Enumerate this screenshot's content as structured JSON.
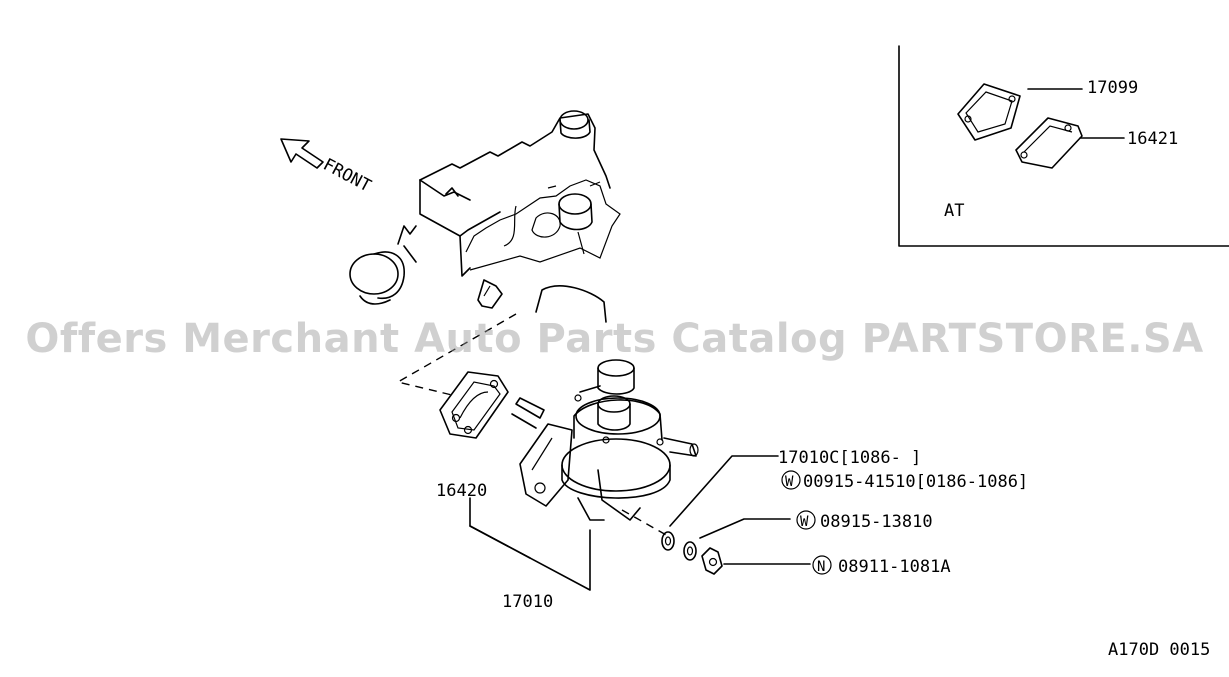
{
  "diagram": {
    "front_label": "FRONT",
    "inset": {
      "label": "AT"
    },
    "parts": {
      "p17099": "17099",
      "p16421": "16421",
      "p16420": "16420",
      "p17010": "17010",
      "p17010c": "17010C[1086-  ]",
      "p00915": "00915-41510[0186-1086]",
      "p08915": "08915-13810",
      "p08911": "08911-1081A"
    },
    "symbols": {
      "washer": "W",
      "nut": "N"
    },
    "figure_code": "A170D 0015"
  },
  "watermark": "Offers Merchant Auto Parts Catalog PARTSTORE.SA"
}
